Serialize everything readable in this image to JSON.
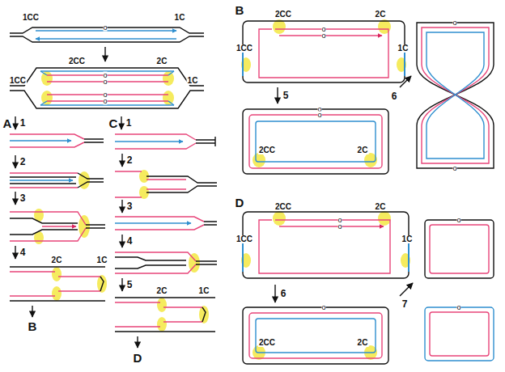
{
  "diagram": {
    "labels": [
      "1CC",
      "1C",
      "o",
      "2CC",
      "2C",
      "1CC",
      "1C",
      "o",
      "o",
      "o",
      "o",
      "A",
      "1",
      "2",
      "3",
      "4",
      "2C",
      "1C",
      "B",
      "C",
      "1",
      "2",
      "3",
      "4",
      "5",
      "2C",
      "1C",
      "D",
      "B",
      "2CC",
      "2C",
      "o",
      "o",
      "1CC",
      "1C",
      "5",
      "2CC",
      "2C",
      "o",
      "o",
      "6",
      "o",
      "o",
      "D",
      "2CC",
      "2C",
      "o",
      "o",
      "1CC",
      "1C",
      "6",
      "2CC",
      "2C",
      "o",
      "7",
      "o",
      "o"
    ]
  }
}
